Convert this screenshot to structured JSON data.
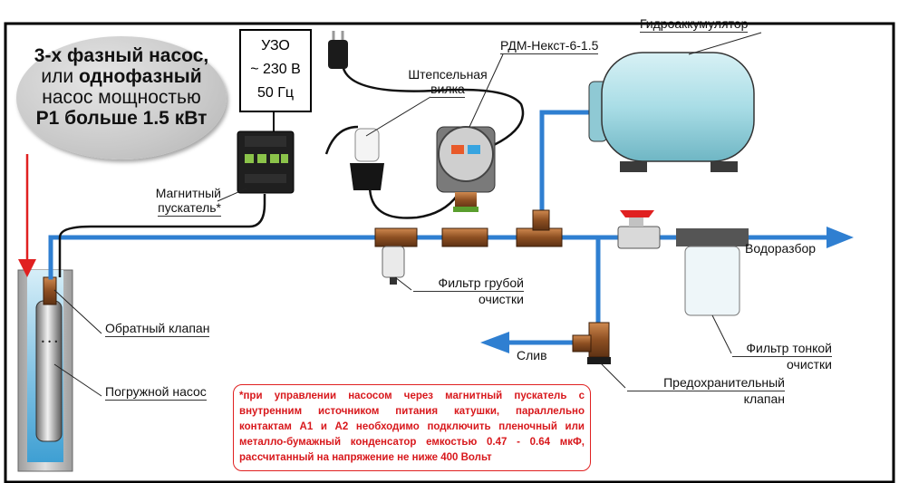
{
  "bubble": {
    "line1_bold": "3-х фазный насос,",
    "line2_pre": "или ",
    "line2_bold": "однофазный",
    "line3": "насос мощностью",
    "line4_bold": "Р1 больше 1.5 кВт"
  },
  "uzo": {
    "line1": "УЗО",
    "line2": "~ 230 В",
    "line3": "50 Гц"
  },
  "labels": {
    "accumulator": "Гидроаккумулятор",
    "rdm": "РДМ-Некст-6-1.5",
    "plug_line1": "Штепсельная",
    "plug_line2": "вилка",
    "starter_line1": "Магнитный",
    "starter_line2": "пускатель*",
    "check_valve": "Обратный клапан",
    "pump": "Погружной насос",
    "coarse_line1": "Фильтр грубой",
    "coarse_line2": "очистки",
    "fine_line1": "Фильтр тонкой",
    "fine_line2": "очистки",
    "outlet": "Водоразбор",
    "drain": "Слив",
    "safety_line1": "Предохранительный",
    "safety_line2": "клапан"
  },
  "note": {
    "text": "*при управлении насосом через магнитный пускатель с внутренним источником питания катушки, параллельно контактам А1 и А2 необходимо подключить пленочный или металло-бумажный конденсатор емкостью 0.47 - 0.64 мкФ, рассчитанный на напряжение не ниже 400 Вольт"
  },
  "colors": {
    "pipe": "#2f7fd1",
    "brass": "#9a5a2a",
    "tank": "#a9dde6",
    "note_red": "#d8181c",
    "well": "#8a8a8a"
  }
}
